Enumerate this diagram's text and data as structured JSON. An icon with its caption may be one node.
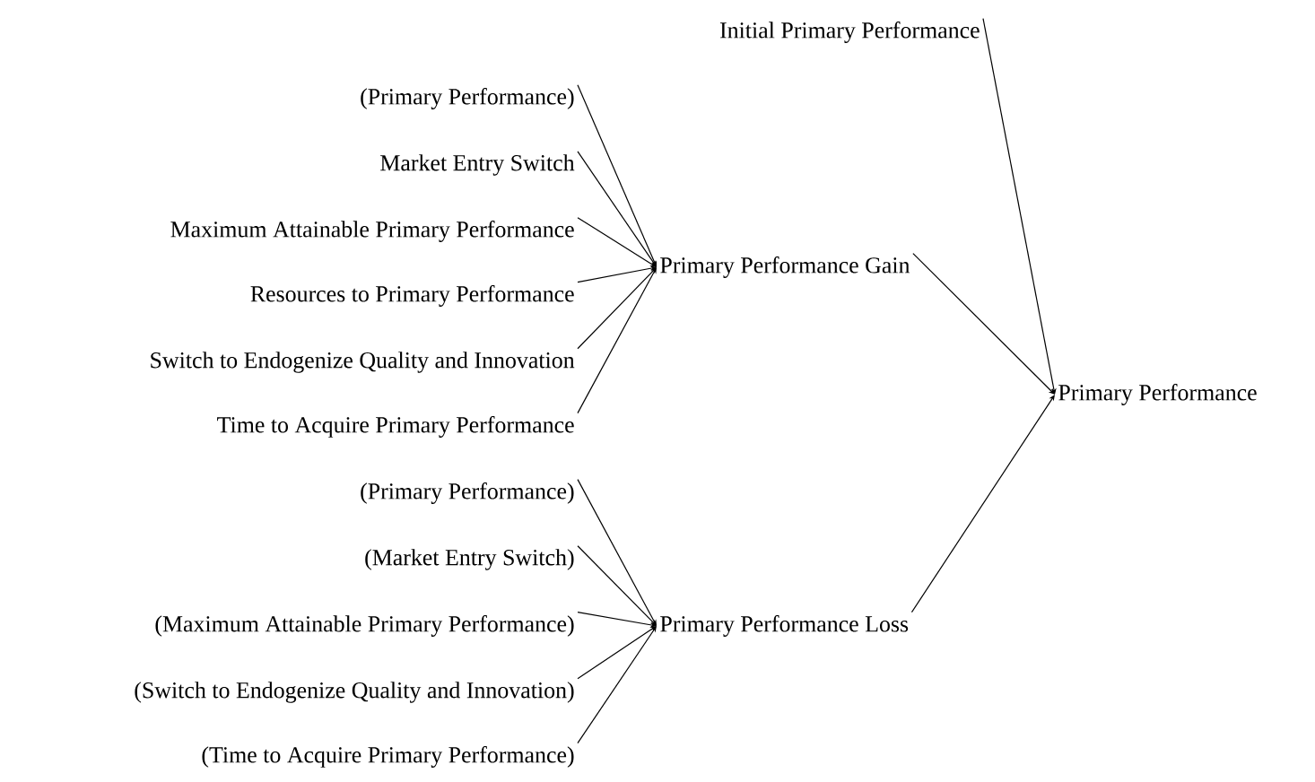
{
  "diagram": {
    "nodes": [
      {
        "text": [
          "Initial Primary Performance"
        ]
      },
      {
        "text": [
          "(Primary Performance)"
        ]
      },
      {
        "text": [
          "Market Entry Switch"
        ]
      },
      {
        "text": [
          "Maximum Attainable Primary Performance"
        ]
      },
      {
        "text": [
          "Resources to Primary Performance"
        ]
      },
      {
        "text": [
          "Switch to Endogenize Quality and Innovation"
        ]
      },
      {
        "text": [
          "Time to Acquire Primary Performance"
        ]
      },
      {
        "text": [
          "Primary Performance Gain"
        ]
      },
      {
        "text": [
          "Primary Performance"
        ]
      },
      {
        "text": [
          "(Primary Performance)"
        ]
      },
      {
        "text": [
          "(Market Entry Switch)"
        ]
      },
      {
        "text": [
          "(Maximum Attainable Primary Performance)"
        ]
      },
      {
        "text": [
          "(Switch to Endogenize Quality and Innovation)"
        ]
      },
      {
        "text": [
          "(Time to Acquire Primary Performance)"
        ]
      },
      {
        "text": [
          "Primary Performance Loss"
        ]
      }
    ],
    "edges": [
      {
        "from": 0,
        "to": 8,
        "arrow": "to"
      },
      {
        "from": 1,
        "to": 7,
        "arrow": "to"
      },
      {
        "from": 2,
        "to": 7,
        "arrow": "to"
      },
      {
        "from": 3,
        "to": 7,
        "arrow": "to"
      },
      {
        "from": 4,
        "to": 7,
        "arrow": "to"
      },
      {
        "from": 5,
        "to": 7,
        "arrow": "to"
      },
      {
        "from": 6,
        "to": 7,
        "arrow": "to"
      },
      {
        "from": 7,
        "to": 8,
        "arrow": "to"
      },
      {
        "from": 9,
        "to": 14,
        "arrow": "to"
      },
      {
        "from": 10,
        "to": 14,
        "arrow": "to"
      },
      {
        "from": 11,
        "to": 14,
        "arrow": "to"
      },
      {
        "from": 12,
        "to": 14,
        "arrow": "to"
      },
      {
        "from": 13,
        "to": 14,
        "arrow": "to"
      },
      {
        "from": 14,
        "to": 8,
        "arrow": "to"
      }
    ]
  }
}
